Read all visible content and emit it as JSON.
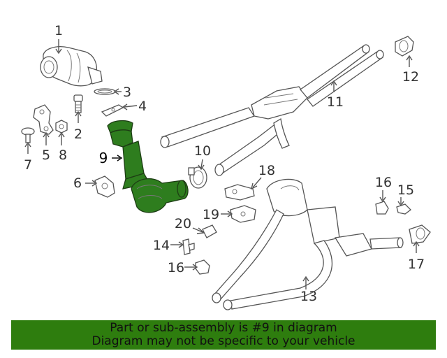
{
  "colors": {
    "highlight": "#2e7d1e",
    "banner": "#2e7d0e",
    "line": "#555555"
  },
  "callouts": [
    {
      "id": "1",
      "text": "1"
    },
    {
      "id": "2",
      "text": "2"
    },
    {
      "id": "3",
      "text": "3"
    },
    {
      "id": "4",
      "text": "4"
    },
    {
      "id": "5",
      "text": "5"
    },
    {
      "id": "6",
      "text": "6"
    },
    {
      "id": "7",
      "text": "7"
    },
    {
      "id": "8",
      "text": "8"
    },
    {
      "id": "9",
      "text": "9"
    },
    {
      "id": "10",
      "text": "10"
    },
    {
      "id": "11",
      "text": "11"
    },
    {
      "id": "12",
      "text": "12"
    },
    {
      "id": "13",
      "text": "13"
    },
    {
      "id": "14",
      "text": "14"
    },
    {
      "id": "15",
      "text": "15"
    },
    {
      "id": "16a",
      "text": "16"
    },
    {
      "id": "16b",
      "text": "16"
    },
    {
      "id": "17",
      "text": "17"
    },
    {
      "id": "18",
      "text": "18"
    },
    {
      "id": "19",
      "text": "19"
    },
    {
      "id": "20",
      "text": "20"
    }
  ],
  "banner": {
    "line1": "Part or sub-assembly is #9 in diagram",
    "line2": "Diagram may not be specific to your vehicle"
  }
}
